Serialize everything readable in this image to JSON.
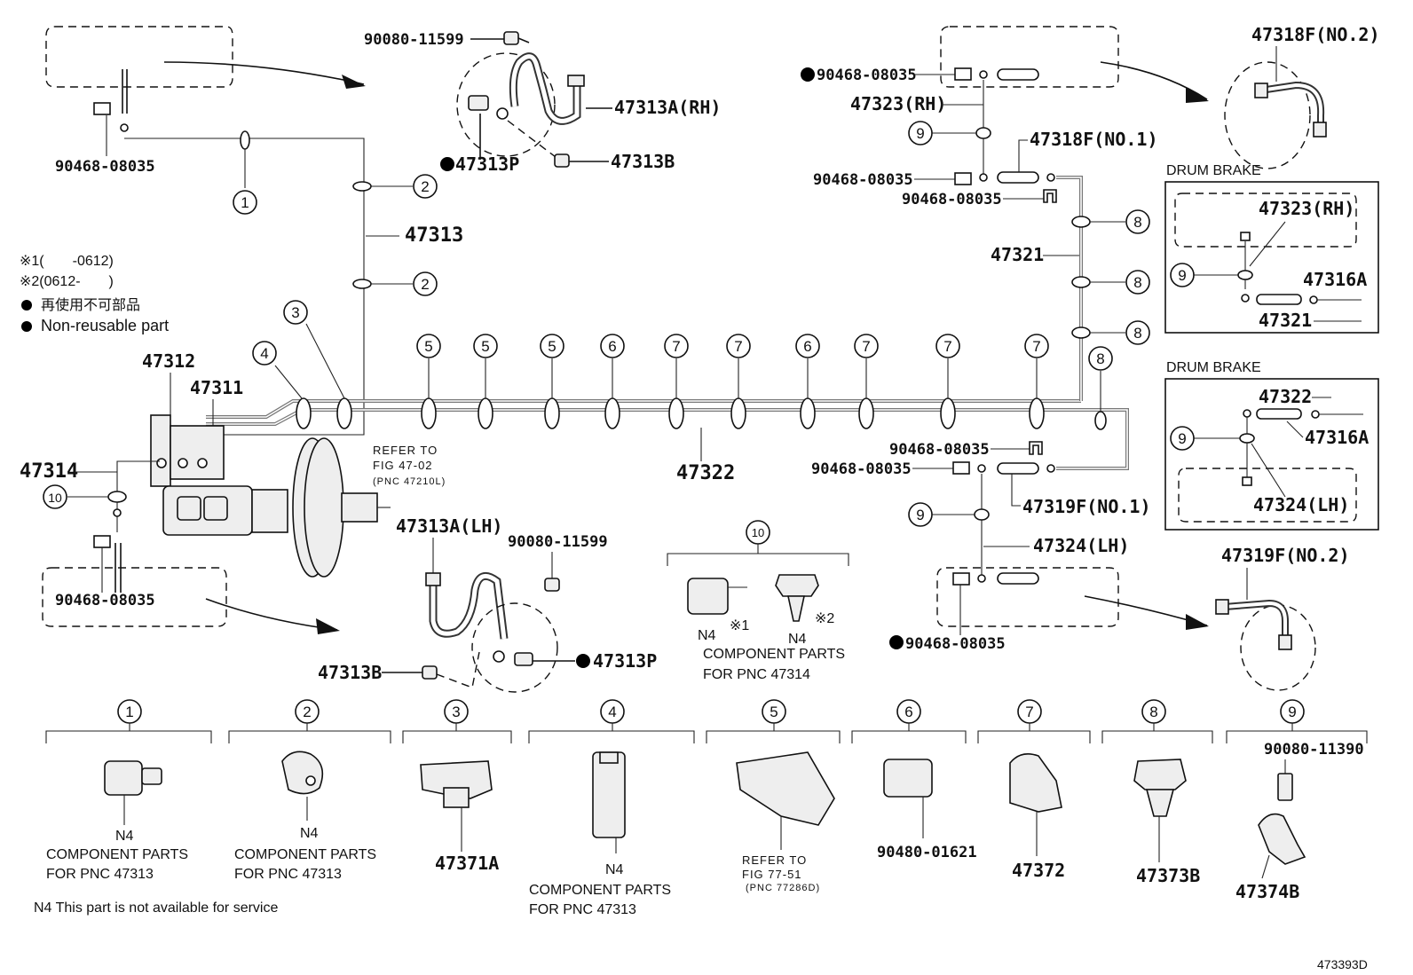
{
  "legend": {
    "note1": "※1(　　-0612)",
    "note2": "※2(0612-　　)",
    "note3": "再使用不可部品",
    "note4": "Non-reusable part",
    "footnote": "N4 This part is not available for service"
  },
  "figure_id": "473393D",
  "parts": {
    "p_90080_11599_a": "90080-11599",
    "p_47313A_RH": "47313A(RH)",
    "p_47313P_a": "47313P",
    "p_47313B_a": "47313B",
    "p_90468_08035_a": "90468-08035",
    "p_47313": "47313",
    "p_47312": "47312",
    "p_47311": "47311",
    "p_47314": "47314",
    "p_90468_08035_b": "90468-08035",
    "refer_a_1": "REFER TO",
    "refer_a_2": "FIG 47-02",
    "refer_a_3": "(PNC 47210L)",
    "p_47322": "47322",
    "p_47313A_LH": "47313A(LH)",
    "p_90080_11599_b": "90080-11599",
    "p_47313B_b": "47313B",
    "p_47313P_b": "47313P",
    "p_90468_08035_c": "90468-08035",
    "p_47323_RH": "47323(RH)",
    "p_47318F_NO1": "47318F(NO.1)",
    "p_90468_08035_d": "90468-08035",
    "p_90468_08035_e": "90468-08035",
    "p_47321": "47321",
    "p_47318F_NO2": "47318F(NO.2)",
    "p_90468_08035_f": "90468-08035",
    "p_90468_08035_g": "90468-08035",
    "p_47319F_NO1": "47319F(NO.1)",
    "p_47324_LH": "47324(LH)",
    "p_90468_08035_h": "90468-08035",
    "p_47319F_NO2": "47319F(NO.2)"
  },
  "drum_brake_1": {
    "title": "DRUM BRAKE",
    "p1": "47323(RH)",
    "p2": "47316A",
    "p3": "47321"
  },
  "drum_brake_2": {
    "title": "DRUM BRAKE",
    "p1": "47322",
    "p2": "47316A",
    "p3": "47324(LH)"
  },
  "component_10": {
    "n4": "N4",
    "n4b": "N4",
    "mark1": "※1",
    "mark2": "※2",
    "line1": "COMPONENT PARTS",
    "line2": "FOR PNC  47314"
  },
  "callouts": {
    "c1": "1",
    "c2": "2",
    "c3": "3",
    "c4": "4",
    "c5": "5",
    "c6": "6",
    "c7": "7",
    "c8": "8",
    "c9": "9",
    "c10": "10"
  },
  "bottom": {
    "b1_n4": "N4",
    "b1_l1": "COMPONENT PARTS",
    "b1_l2": "FOR PNC 47313",
    "b2_n4": "N4",
    "b2_l1": "COMPONENT PARTS",
    "b2_l2": "FOR PNC 47313",
    "b3_pn": "47371A",
    "b4_n4": "N4",
    "b4_l1": "COMPONENT PARTS",
    "b4_l2": "FOR PNC 47313",
    "b5_l1": "REFER TO",
    "b5_l2": "FIG 77-51",
    "b5_l3": "(PNC 77286D)",
    "b6_pn": "90480-01621",
    "b7_pn": "47372",
    "b8_pn": "47373B",
    "b9_pn1": "90080-11390",
    "b9_pn2": "47374B"
  }
}
